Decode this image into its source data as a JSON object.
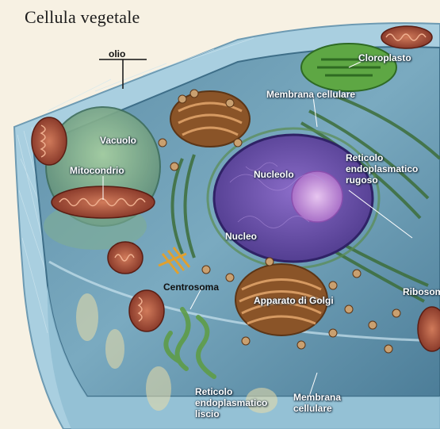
{
  "title": "Cellula vegetale",
  "labels": {
    "olio": "olio",
    "cloroplasto": "Cloroplasto",
    "membrana_top": "Membrana cellulare",
    "vacuolo": "Vacuolo",
    "mitocondrio": "Mitocondrio",
    "nucleolo": "Nucleolo",
    "reticolo_rugoso": "Reticolo endoplasmatico rugoso",
    "nucleo": "Nucleo",
    "centrosoma": "Centrosoma",
    "golgi": "Apparato di Golgi",
    "ribosomi": "Ribosomi",
    "reticolo_liscio": "Reticolo endoplasmatico liscio",
    "membrana_bottom": "Membrana cellulare"
  },
  "colors": {
    "cell_wall": "#9fc6dc",
    "cytoplasm": "#6f9fb6",
    "nucleus": "#6d52a8",
    "nucleolus": "#c18fd6",
    "mitochondria": "#a44a35",
    "chloroplast": "#4f9a3c",
    "golgi": "#9a6132",
    "vacuole": "#7bb28a"
  }
}
